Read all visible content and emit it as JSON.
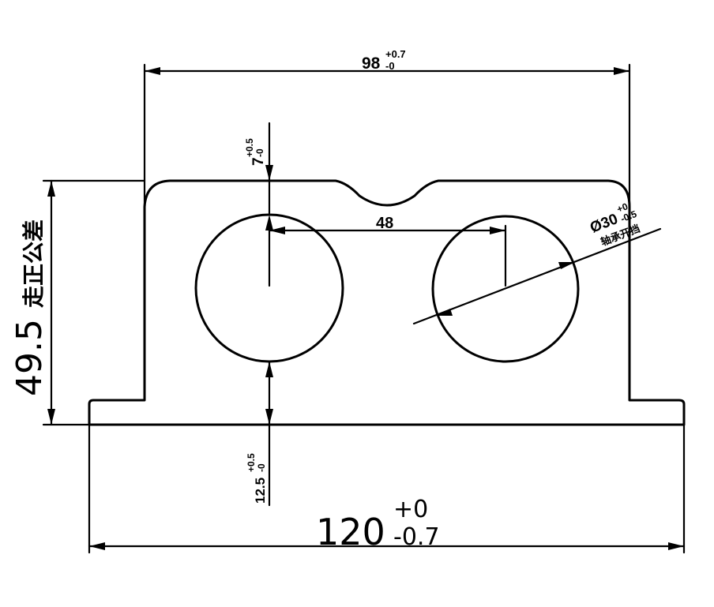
{
  "drawing": {
    "dims": {
      "top_width": {
        "nominal": "98",
        "upper": "+0.7",
        "lower": "-0"
      },
      "hole_spacing": {
        "nominal": "48"
      },
      "hole_diameter": {
        "nominal": "Ø30",
        "upper": "+0",
        "lower": "-0.5",
        "note": "轴承开挡"
      },
      "top_wall": {
        "nominal": "7",
        "upper": "+0.5",
        "lower": "-0"
      },
      "height": {
        "nominal": "49.5",
        "note": "走正公差"
      },
      "bottom_wall": {
        "nominal": "12.5",
        "upper": "+0.5",
        "lower": "-0"
      },
      "base_width": {
        "nominal": "120",
        "upper": "+0",
        "lower": "-0.7"
      }
    }
  }
}
